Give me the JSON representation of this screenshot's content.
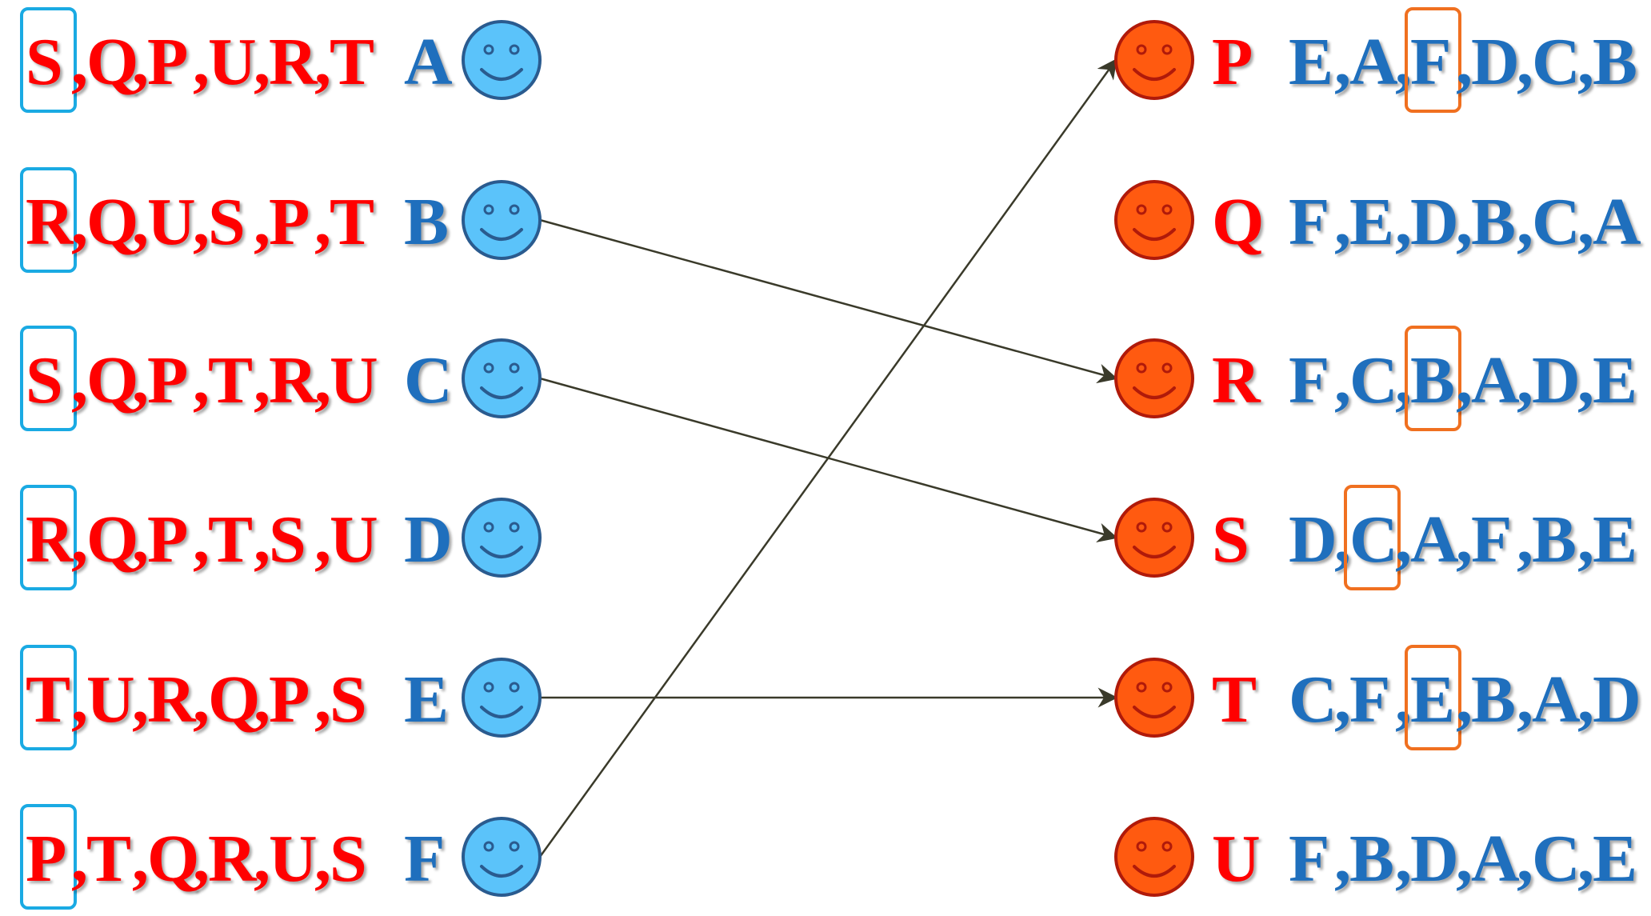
{
  "colors": {
    "left_text": "#ff0000",
    "right_text": "#1f6fbd",
    "left_face_fill": "#5bc3fa",
    "left_face_stroke": "#2a5b8f",
    "right_face_fill": "#ff5a10",
    "right_face_stroke": "#b01a0a",
    "left_box": "#1aaae3",
    "right_box": "#f07020",
    "arrow": "#3a3a2a"
  },
  "left_group": {
    "rows": [
      {
        "name": "A",
        "prefs": [
          "S",
          "Q",
          "P",
          "U",
          "R",
          "T"
        ],
        "boxed_index": 0
      },
      {
        "name": "B",
        "prefs": [
          "R",
          "Q",
          "U",
          "S",
          "P",
          "T"
        ],
        "boxed_index": 0
      },
      {
        "name": "C",
        "prefs": [
          "S",
          "Q",
          "P",
          "T",
          "R",
          "U"
        ],
        "boxed_index": 0
      },
      {
        "name": "D",
        "prefs": [
          "R",
          "Q",
          "P",
          "T",
          "S",
          "U"
        ],
        "boxed_index": 0
      },
      {
        "name": "E",
        "prefs": [
          "T",
          "U",
          "R",
          "Q",
          "P",
          "S"
        ],
        "boxed_index": 0
      },
      {
        "name": "F",
        "prefs": [
          "P",
          "T",
          "Q",
          "R",
          "U",
          "S"
        ],
        "boxed_index": 0
      }
    ]
  },
  "right_group": {
    "rows": [
      {
        "name": "P",
        "prefs": [
          "E",
          "A",
          "F",
          "D",
          "C",
          "B"
        ],
        "boxed_index": 2
      },
      {
        "name": "Q",
        "prefs": [
          "F",
          "E",
          "D",
          "B",
          "C",
          "A"
        ],
        "boxed_index": null
      },
      {
        "name": "R",
        "prefs": [
          "F",
          "C",
          "B",
          "A",
          "D",
          "E"
        ],
        "boxed_index": 2
      },
      {
        "name": "S",
        "prefs": [
          "D",
          "C",
          "A",
          "F",
          "B",
          "E"
        ],
        "boxed_index": 1
      },
      {
        "name": "T",
        "prefs": [
          "C",
          "F",
          "E",
          "B",
          "A",
          "D"
        ],
        "boxed_index": 2
      },
      {
        "name": "U",
        "prefs": [
          "F",
          "B",
          "D",
          "A",
          "C",
          "E"
        ],
        "boxed_index": null
      }
    ]
  },
  "matches": [
    {
      "from": "B",
      "to": "R"
    },
    {
      "from": "C",
      "to": "S"
    },
    {
      "from": "E",
      "to": "T"
    },
    {
      "from": "F",
      "to": "P"
    }
  ]
}
